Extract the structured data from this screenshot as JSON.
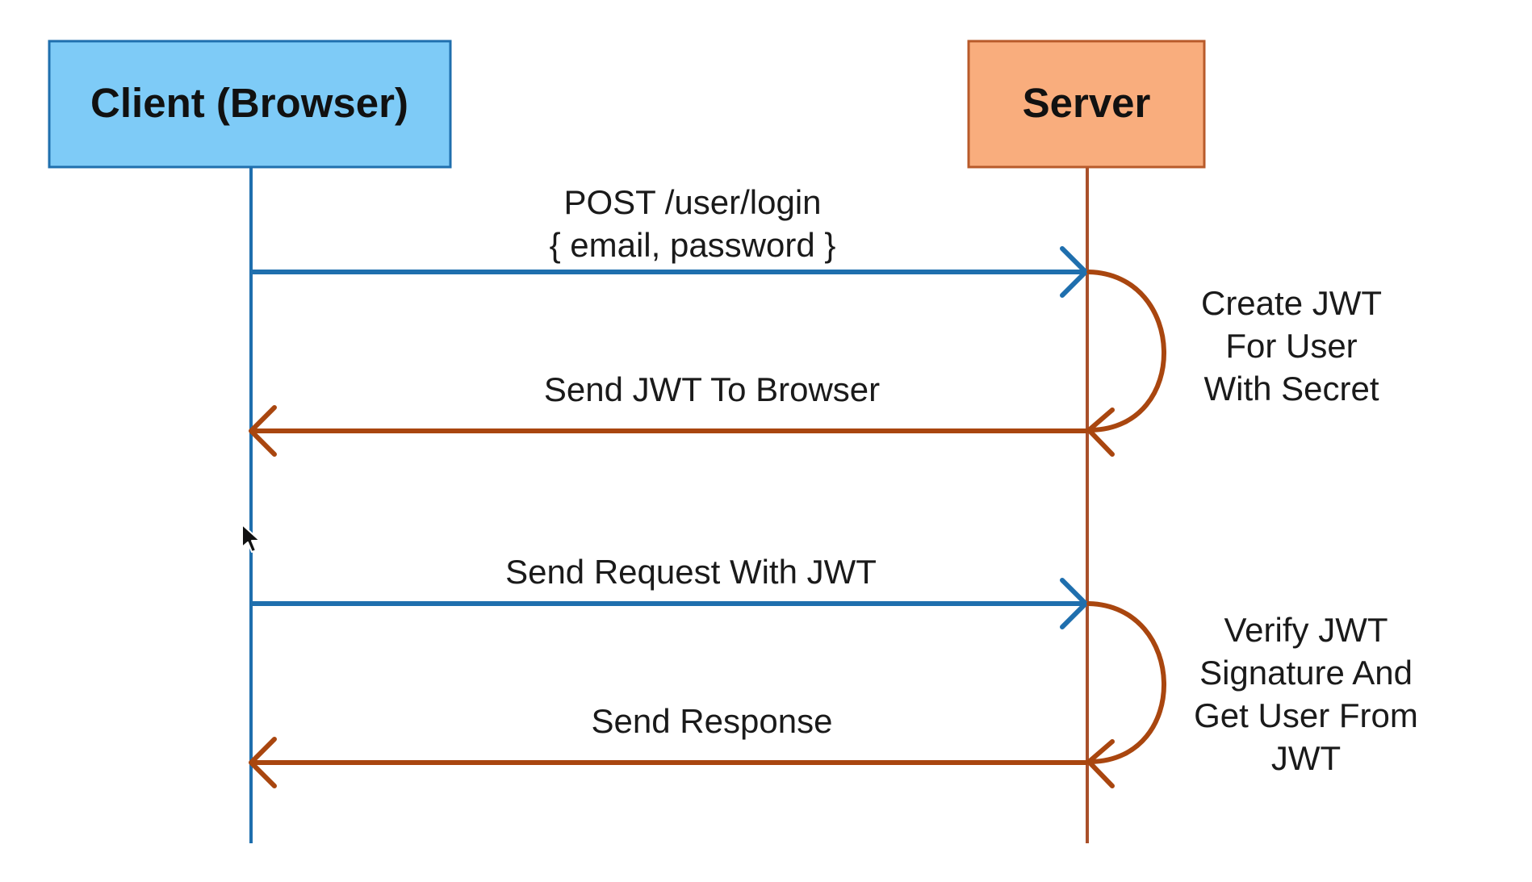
{
  "diagram": {
    "actors": [
      {
        "id": "client",
        "label": "Client (Browser)",
        "fill": "#7ecbf7",
        "stroke": "#1f6fae",
        "line": "#1f6fae"
      },
      {
        "id": "server",
        "label": "Server",
        "fill": "#f9ad7d",
        "stroke": "#b85a2a",
        "line": "#a9502a"
      }
    ],
    "messages": [
      {
        "id": "login",
        "from": "client",
        "to": "server",
        "lines": [
          "POST  /user/login",
          "{ email, password }"
        ],
        "color": "#1f6fae"
      },
      {
        "id": "send-jwt",
        "from": "server",
        "to": "client",
        "lines": [
          "Send JWT To Browser"
        ],
        "color": "#a9460f"
      },
      {
        "id": "request",
        "from": "client",
        "to": "server",
        "lines": [
          "Send Request With JWT"
        ],
        "color": "#1f6fae"
      },
      {
        "id": "response",
        "from": "server",
        "to": "client",
        "lines": [
          "Send Response"
        ],
        "color": "#a9460f"
      }
    ],
    "self_notes": [
      {
        "id": "create-jwt",
        "actor": "server",
        "lines": [
          "Create JWT",
          "For User",
          "With Secret"
        ],
        "color": "#a9460f"
      },
      {
        "id": "verify-jwt",
        "actor": "server",
        "lines": [
          "Verify JWT",
          "Signature And",
          "Get User From",
          "JWT"
        ],
        "color": "#a9460f"
      }
    ]
  }
}
